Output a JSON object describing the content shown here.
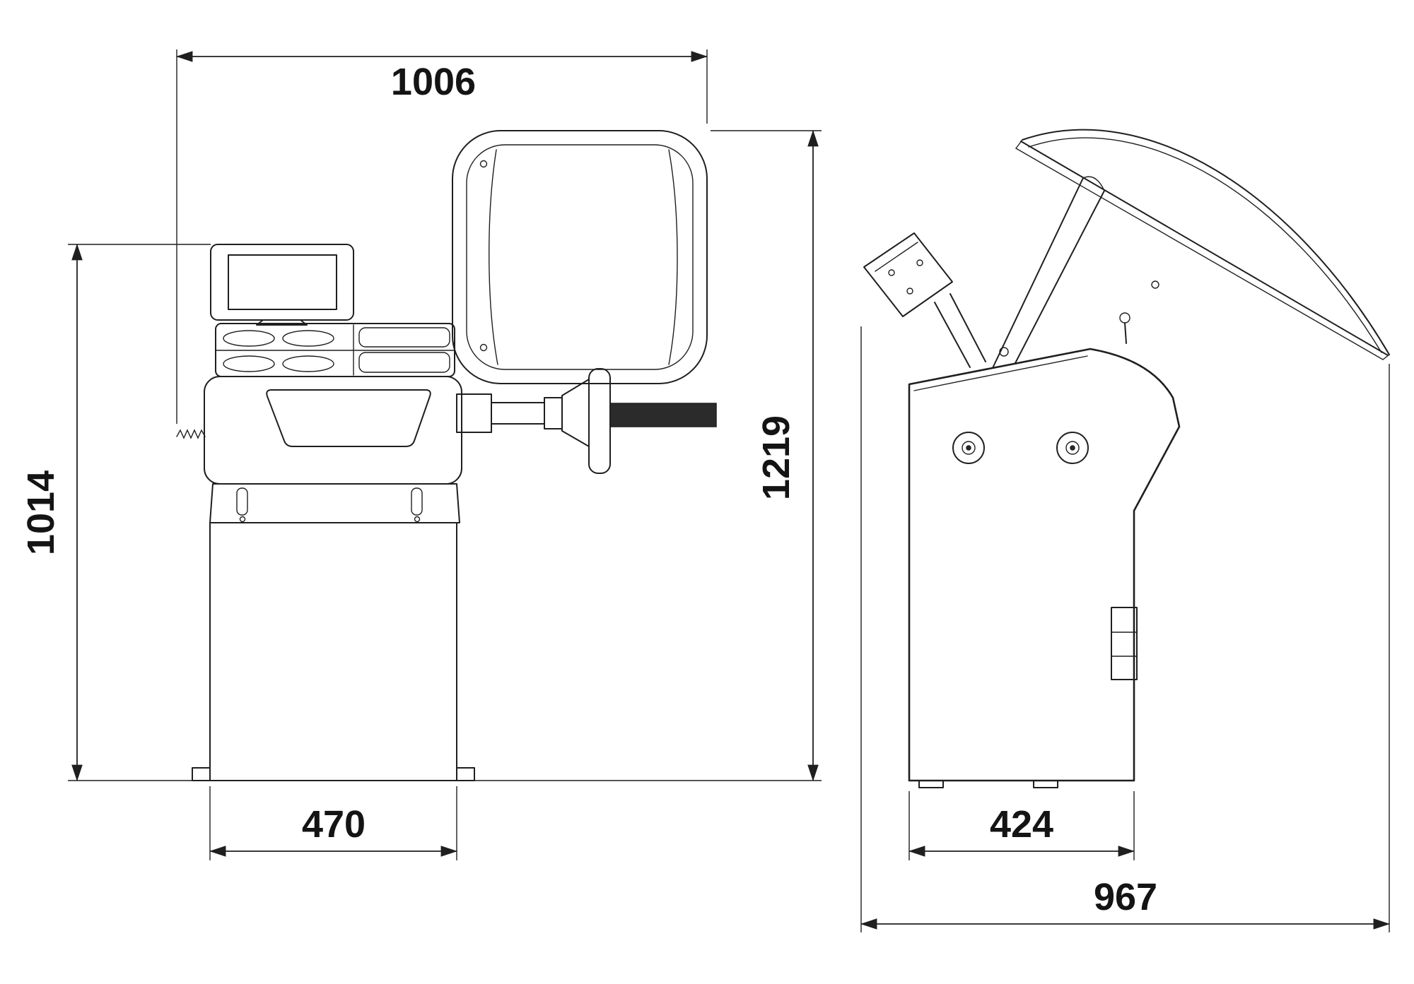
{
  "colors": {
    "line": "#1f1f1f",
    "background": "#ffffff",
    "thread_fill": "#2b2b2b"
  },
  "dimensions": {
    "front_overall_width": "1006",
    "front_body_height": "1014",
    "front_overall_height": "1219",
    "front_base_width": "470",
    "side_base_depth": "424",
    "side_overall_depth": "967"
  }
}
